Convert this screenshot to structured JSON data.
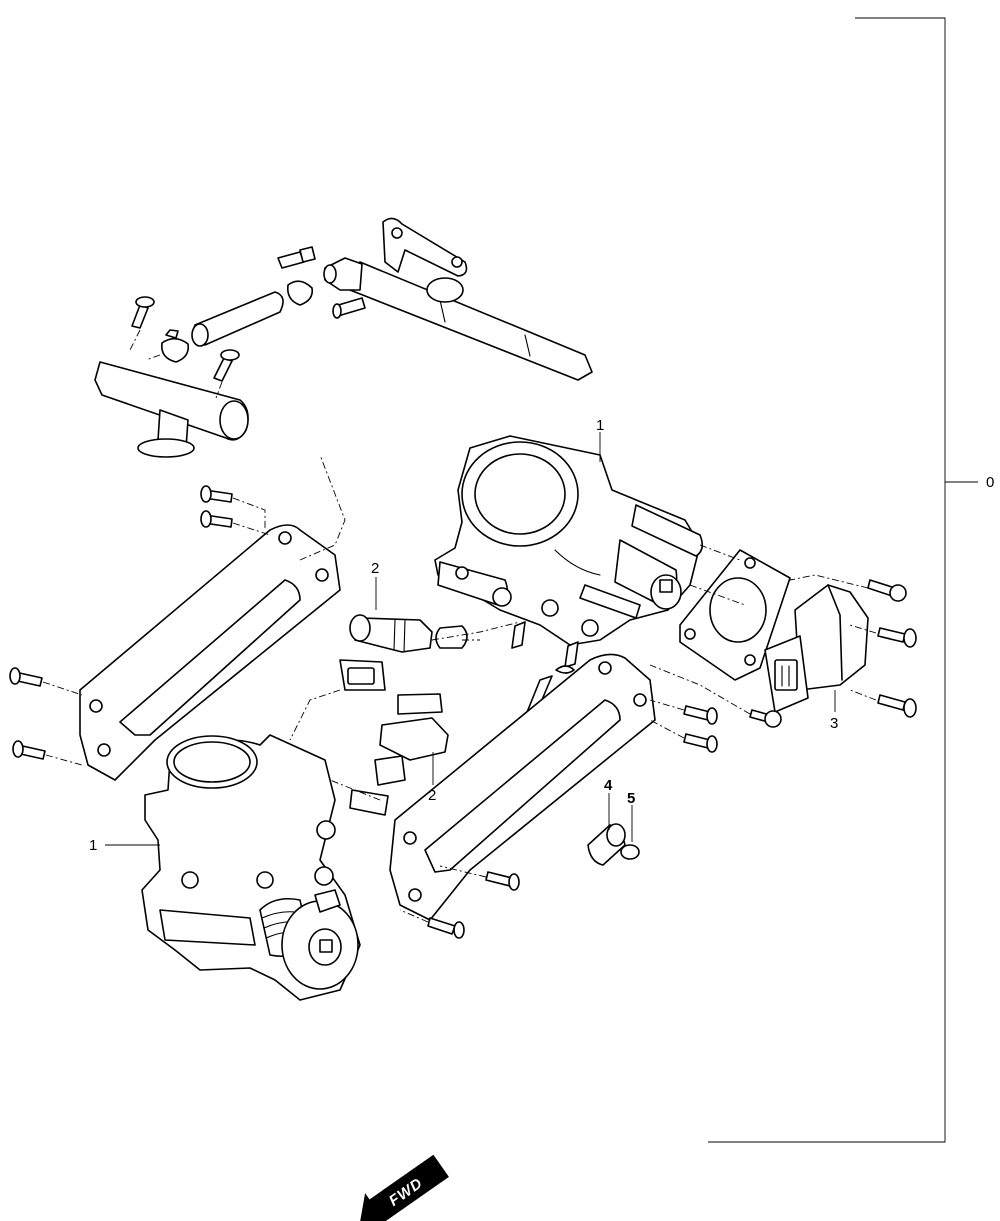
{
  "callouts": {
    "assembly": "0",
    "throttle_body_upper": "1",
    "throttle_body_lower": "1",
    "injector_upper": "2",
    "injector_lower": "2",
    "sensor": "3",
    "cap": "4",
    "clip": "5"
  },
  "fwd_label": "FWD"
}
